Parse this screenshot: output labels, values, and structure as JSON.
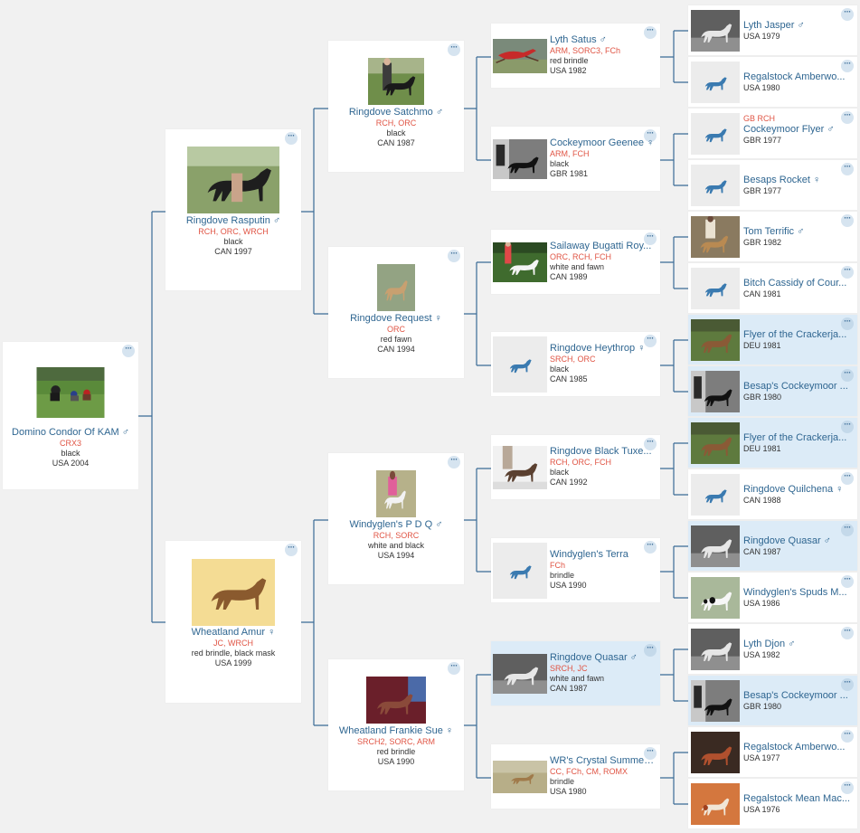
{
  "dogs": {
    "g0": {
      "name": "Domino Condor Of KAM",
      "sex": "♂",
      "titles": "CRX3",
      "color": "black",
      "info": "USA 2004",
      "photo": "racing"
    },
    "g1a": {
      "name": "Ringdove Rasputin",
      "sex": "♂",
      "titles": "RCH, ORC, WRCH",
      "color": "black",
      "info": "CAN 1997",
      "photo": "black"
    },
    "g1b": {
      "name": "Wheatland Amur",
      "sex": "♀",
      "titles": "JC, WRCH",
      "color": "red brindle, black mask",
      "info": "USA 1999",
      "photo": "brindle-yellow"
    },
    "g2a": {
      "name": "Ringdove Satchmo",
      "sex": "♂",
      "titles": "RCH, ORC",
      "color": "black",
      "info": "CAN 1987",
      "photo": "handler-black"
    },
    "g2b": {
      "name": "Ringdove Request",
      "sex": "♀",
      "titles": "ORC",
      "color": "red fawn",
      "info": "CAN 1994",
      "photo": "fawn"
    },
    "g2c": {
      "name": "Windyglen's P D Q",
      "sex": "♂",
      "titles": "RCH, SORC",
      "color": "white and black",
      "info": "USA 1994",
      "photo": "pink-handler"
    },
    "g2d": {
      "name": "Wheatland Frankie Sue",
      "sex": "♀",
      "titles": "SRCH2, SORC, ARM",
      "color": "red brindle",
      "info": "USA 1990",
      "photo": "red-show"
    },
    "g3a": {
      "name": "Lyth Satus",
      "sex": "♂",
      "titles": "ARM, SORC3, FCh",
      "color": "red brindle",
      "info": "USA 1982",
      "photo": "red-run"
    },
    "g3b": {
      "name": "Cockeymoor Geenee",
      "sex": "♀",
      "titles": "ARM, FCH",
      "color": "black",
      "info": "GBR 1981",
      "photo": "bw-dark"
    },
    "g3c": {
      "name": "Sailaway Bugatti Roy...",
      "sex": "",
      "titles": "ORC, RCH, FCH",
      "color": "white and fawn",
      "info": "CAN 1989",
      "photo": "white-grass"
    },
    "g3d": {
      "name": "Ringdove Heythrop",
      "sex": "♀",
      "titles": "SRCH, ORC",
      "color": "black",
      "info": "CAN 1985",
      "photo": "none"
    },
    "g3e": {
      "name": "Ringdove Black Tuxe...",
      "sex": "",
      "titles": "RCH, ORC, FCH",
      "color": "black",
      "info": "CAN 1992",
      "photo": "brindle-handler"
    },
    "g3f": {
      "name": "Windyglen's Terra",
      "sex": "",
      "titles": "FCh",
      "color": "brindle",
      "info": "USA 1990",
      "photo": "none"
    },
    "g3g": {
      "name": "Ringdove Quasar",
      "sex": "♂",
      "titles": "SRCH, JC",
      "color": "white and fawn",
      "info": "CAN 1987",
      "photo": "bw-stand"
    },
    "g3h": {
      "name": "WR's Crystal Summer...",
      "sex": "",
      "titles": "CC, FCh, CM, ROMX",
      "color": "brindle",
      "info": "USA 1980",
      "photo": "field"
    },
    "g4a": {
      "name": "Lyth Jasper",
      "sex": "♂",
      "titles": "",
      "info": "USA 1979",
      "photo": "bw-stand"
    },
    "g4b": {
      "name": "Regalstock Amberwo...",
      "sex": "",
      "titles": "",
      "info": "USA 1980",
      "photo": "none"
    },
    "g4c": {
      "name": "Cockeymoor Flyer",
      "sex": "♂",
      "titles": "GB RCH",
      "info": "GBR 1977",
      "photo": "none"
    },
    "g4d": {
      "name": "Besaps Rocket",
      "sex": "♀",
      "titles": "",
      "info": "GBR 1977",
      "photo": "none"
    },
    "g4e": {
      "name": "Tom Terrific",
      "sex": "♂",
      "titles": "",
      "info": "GBR 1982",
      "photo": "tan-handler"
    },
    "g4f": {
      "name": "Bitch Cassidy of Cour...",
      "sex": "",
      "titles": "",
      "info": "CAN 1981",
      "photo": "none"
    },
    "g4g": {
      "name": "Flyer of the Crackerja...",
      "sex": "",
      "titles": "",
      "info": "DEU 1981",
      "photo": "brindle-grass"
    },
    "g4h": {
      "name": "Besap's Cockeymoor ...",
      "sex": "",
      "titles": "",
      "info": "GBR 1980",
      "photo": "bw-dark"
    },
    "g4i": {
      "name": "Flyer of the Crackerja...",
      "sex": "",
      "titles": "",
      "info": "DEU 1981",
      "photo": "brindle-grass"
    },
    "g4j": {
      "name": "Ringdove Quilchena",
      "sex": "♀",
      "titles": "",
      "info": "CAN 1988",
      "photo": "none"
    },
    "g4k": {
      "name": "Ringdove Quasar",
      "sex": "♂",
      "titles": "",
      "info": "CAN 1987",
      "photo": "bw-stand"
    },
    "g4l": {
      "name": "Windyglen's Spuds M...",
      "sex": "",
      "titles": "",
      "info": "USA 1986",
      "photo": "white-black"
    },
    "g4m": {
      "name": "Lyth Djon",
      "sex": "♂",
      "titles": "",
      "info": "USA 1982",
      "photo": "bw-stand"
    },
    "g4n": {
      "name": "Besap's Cockeymoor ...",
      "sex": "",
      "titles": "",
      "info": "GBR 1980",
      "photo": "bw-dark"
    },
    "g4o": {
      "name": "Regalstock Amberwo...",
      "sex": "",
      "titles": "",
      "info": "USA 1977",
      "photo": "red-dog"
    },
    "g4p": {
      "name": "Regalstock Mean Mac...",
      "sex": "",
      "titles": "",
      "info": "USA 1976",
      "photo": "red-white"
    }
  },
  "ui": {
    "more_label": "···"
  },
  "colors": {
    "link": "#2f6691",
    "title": "#e05545",
    "highlight": "#dcebf7",
    "line": "#3a6b96"
  }
}
